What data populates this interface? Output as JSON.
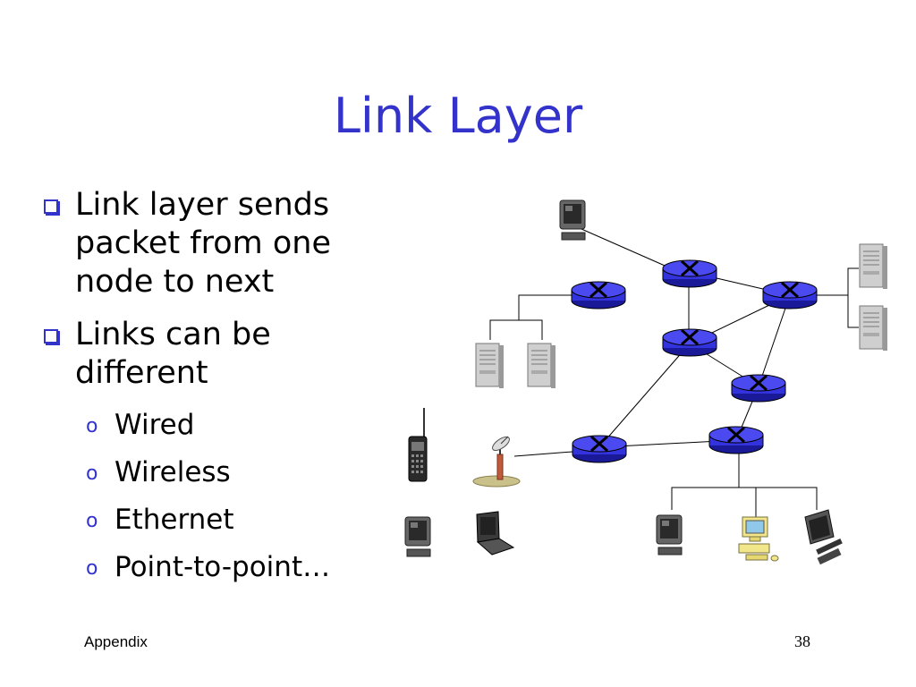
{
  "slide": {
    "title": "Link Layer",
    "bullets": [
      {
        "text": "Link layer sends packet from one node to next"
      },
      {
        "text": "Links can be different",
        "subitems": [
          "Wired",
          "Wireless",
          "Ethernet",
          "Point-to-point…"
        ]
      }
    ],
    "footer_left": "Appendix",
    "page_number": "38"
  },
  "diagram": {
    "router_color": "#3333dd",
    "router_count": 7,
    "host_types": [
      "desktop-computer",
      "server-tower",
      "cell-phone",
      "satellite-dish",
      "laptop",
      "workstation"
    ]
  }
}
